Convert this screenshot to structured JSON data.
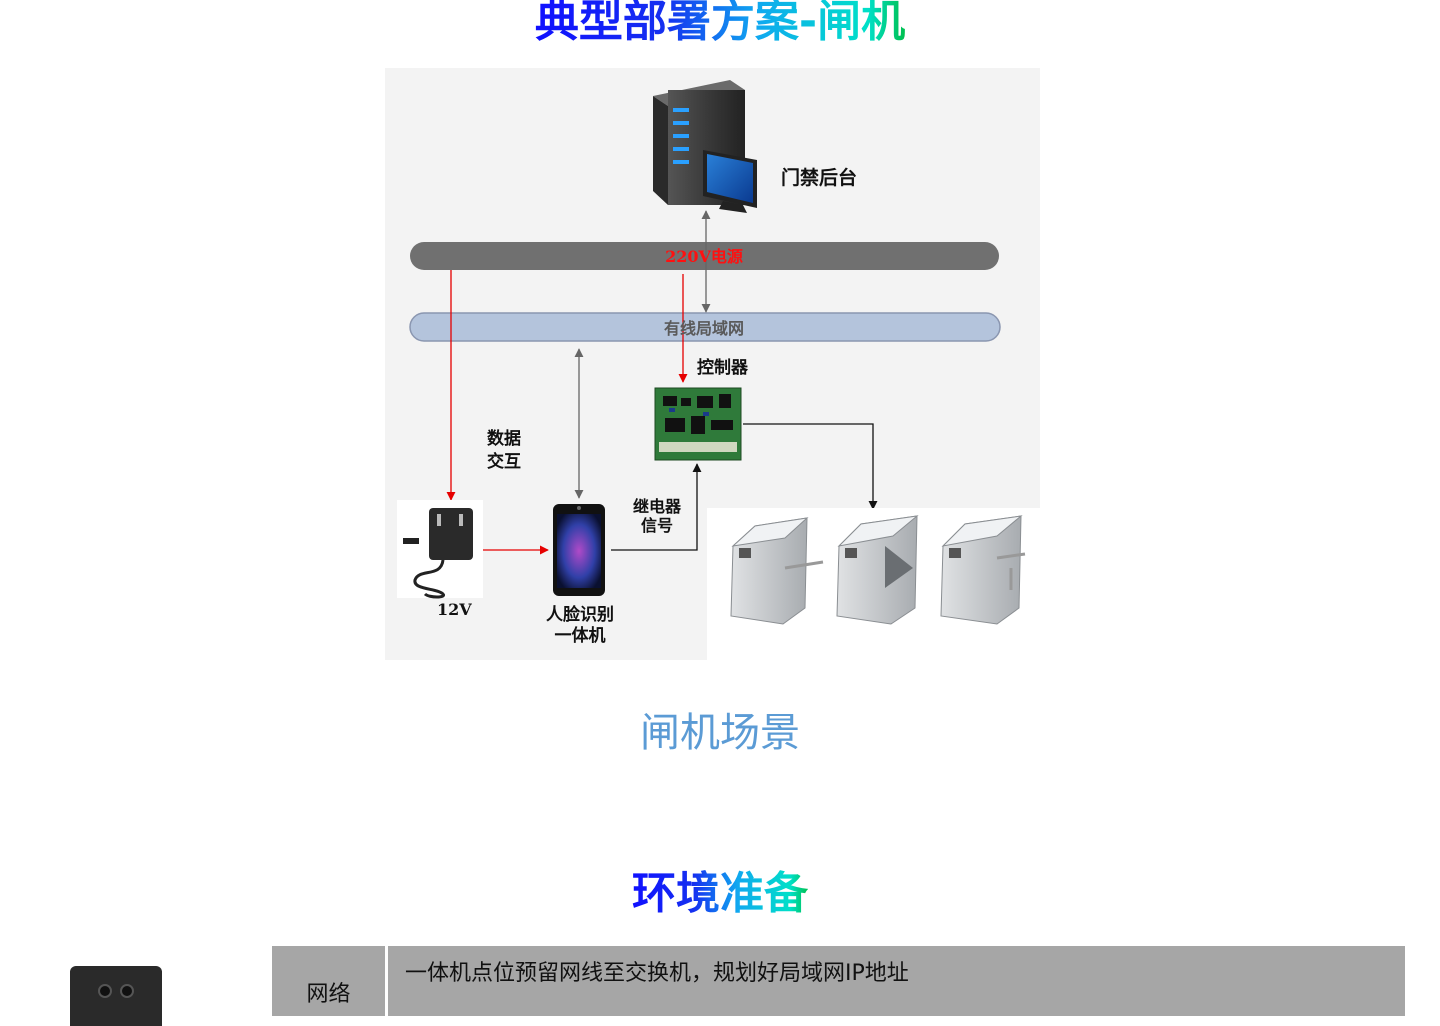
{
  "header": {
    "title": "典型部署方案-闸机"
  },
  "diagram": {
    "server_label": "门禁后台",
    "power_bus_label": "220V电源",
    "lan_bus_label": "有线局域网",
    "controller_label": "控制器",
    "data_exchange_label_line1": "数据",
    "data_exchange_label_line2": "交互",
    "relay_signal_label_line1": "继电器",
    "relay_signal_label_line2": "信号",
    "adapter_label": "12V",
    "terminal_label_line1": "人脸识别",
    "terminal_label_line2": "一体机",
    "colors": {
      "power_line": "#e60000",
      "data_line": "#555555",
      "power_bus": "#707070",
      "lan_bus": "#b4c4dc"
    }
  },
  "caption": {
    "text": "闸机场景"
  },
  "section": {
    "title": "环境准备"
  },
  "env_table": {
    "rows": [
      {
        "category": "网络",
        "line1": "一体机点位预留网线至交换机，规划好局域网IP地址"
      }
    ]
  }
}
